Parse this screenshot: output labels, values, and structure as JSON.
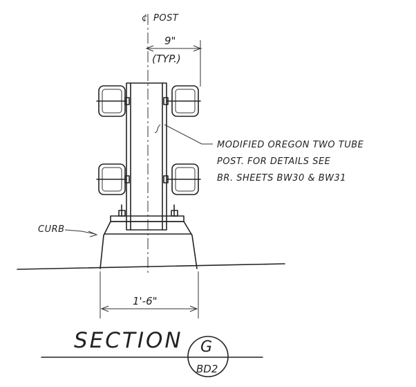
{
  "labels": {
    "centerline": "POST",
    "dim_top_value": "9\"",
    "dim_top_note": "(TYP.)",
    "note_line1": "MODIFIED OREGON TWO TUBE",
    "note_line2": "POST. FOR DETAILS SEE",
    "note_line3": "BR. SHEETS BW30 & BW31",
    "curb": "CURB",
    "dim_bottom_value": "1'-6\"",
    "section_title": "SECTION",
    "section_letter": "G",
    "section_sheet": "BD2"
  }
}
